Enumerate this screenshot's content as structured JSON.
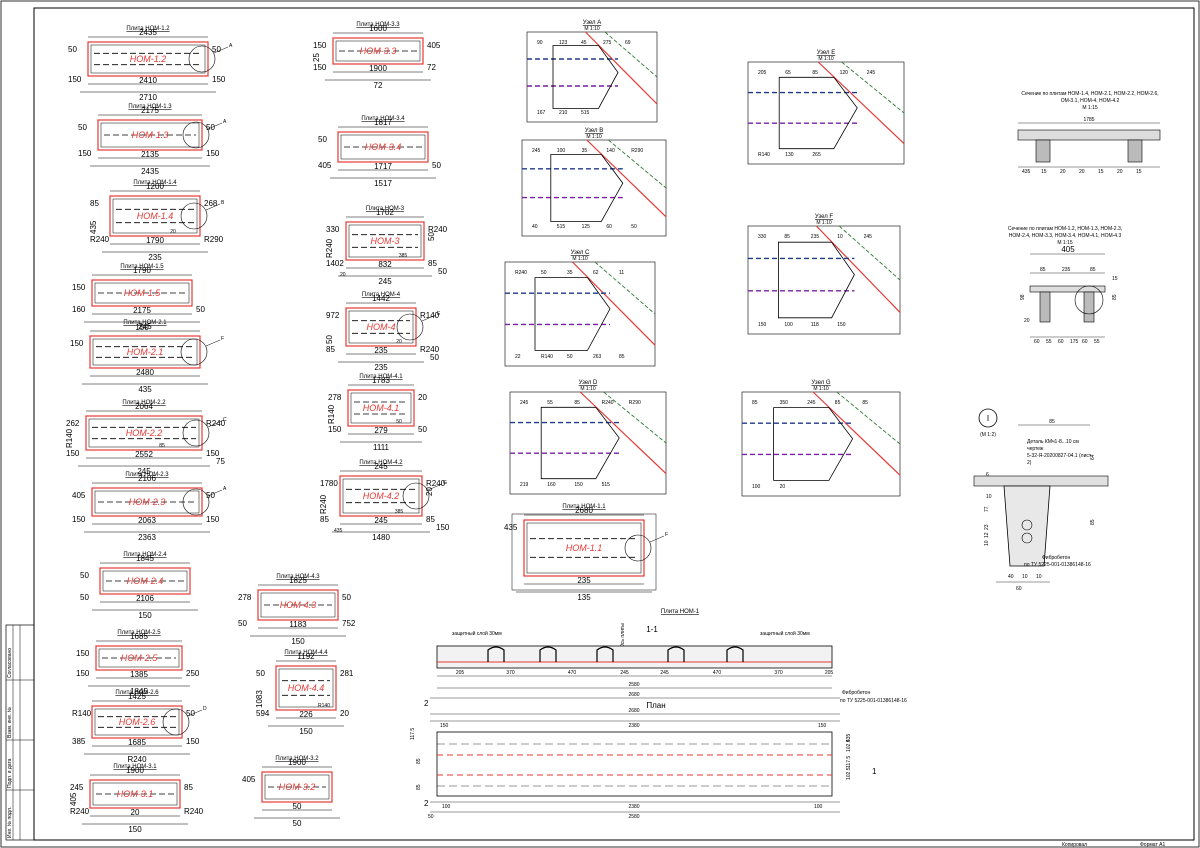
{
  "colors": {
    "outline": "#e53935",
    "dash_blue": "#1e3a8a",
    "dash_purple": "#7b1fa2",
    "green": "#2e7d32",
    "line": "#000000"
  },
  "plates": [
    {
      "id": "p12",
      "title": "Плита НОМ-1.2",
      "tag": "НОМ-1.2",
      "dims": [
        "2435",
        "2410",
        "2710",
        "50",
        "150",
        "150",
        "50"
      ],
      "leader": "A"
    },
    {
      "id": "p13",
      "title": "Плита НОМ-1.3",
      "tag": "НОМ-1.3",
      "dims": [
        "2175",
        "2135",
        "2435",
        "50",
        "150",
        "150",
        "50"
      ],
      "leader": "A"
    },
    {
      "id": "p14",
      "title": "Плита НОМ-1.4",
      "tag": "НОМ-1.4",
      "dims": [
        "1200",
        "1790",
        "235",
        "85",
        "R240",
        "R290",
        "268",
        "435",
        "20"
      ],
      "leader": "B"
    },
    {
      "id": "p15",
      "title": "Плита НОМ-1.5",
      "tag": "НОМ-1.5",
      "dims": [
        "1790",
        "2175",
        "150",
        "150",
        "160",
        "50"
      ],
      "leader": ""
    },
    {
      "id": "p21",
      "title": "Плита НОМ-2.1",
      "tag": "НОМ-2.1",
      "dims": [
        "245",
        "2480",
        "435",
        "150"
      ],
      "leader": "F"
    },
    {
      "id": "p22",
      "title": "Плита НОМ-2.2",
      "tag": "НОМ-2.2",
      "dims": [
        "2064",
        "2552",
        "245",
        "262",
        "150",
        "150",
        "R240",
        "R140",
        "85",
        "75"
      ],
      "leader": "C"
    },
    {
      "id": "p23",
      "title": "Плита НОМ-2.3",
      "tag": "НОМ-2.3",
      "dims": [
        "2106",
        "2063",
        "2363",
        "405",
        "150",
        "150",
        "50"
      ],
      "leader": "A"
    },
    {
      "id": "p24",
      "title": "Плита НОМ-2.4",
      "tag": "НОМ-2.4",
      "dims": [
        "1845",
        "2106",
        "150",
        "50",
        "50"
      ],
      "leader": ""
    },
    {
      "id": "p25",
      "title": "Плита НОМ-2.5",
      "tag": "НОМ-2.5",
      "dims": [
        "1685",
        "1385",
        "1845",
        "150",
        "150",
        "250"
      ],
      "leader": ""
    },
    {
      "id": "p26",
      "title": "Плита НОМ-2.6",
      "tag": "НОМ-2.6",
      "dims": [
        "1425",
        "1685",
        "R240",
        "R140",
        "385",
        "150",
        "50"
      ],
      "leader": "D"
    },
    {
      "id": "p31",
      "title": "Плита НОМ-3.1",
      "tag": "НОМ-3.1",
      "dims": [
        "1900",
        "20",
        "150",
        "245",
        "R240",
        "R240",
        "85",
        "405"
      ],
      "leader": ""
    },
    {
      "id": "p33",
      "title": "Плита НОМ-3.3",
      "tag": "НОМ-3.3",
      "dims": [
        "1600",
        "1900",
        "72",
        "150",
        "150",
        "72",
        "405",
        "25"
      ],
      "leader": ""
    },
    {
      "id": "p34",
      "title": "Плита НОМ-3.4",
      "tag": "НОМ-3.4",
      "dims": [
        "1817",
        "1717",
        "1517",
        "50",
        "405",
        "50"
      ],
      "leader": ""
    },
    {
      "id": "p3",
      "title": "Плита НОМ-3",
      "tag": "НОМ-3",
      "dims": [
        "1702",
        "832",
        "245",
        "330",
        "1402",
        "85",
        "R240",
        "R240",
        "385",
        "50",
        "50",
        "20"
      ],
      "leader": ""
    },
    {
      "id": "p4",
      "title": "Плита НОМ-4",
      "tag": "НОМ-4",
      "dims": [
        "1442",
        "235",
        "235",
        "972",
        "85",
        "R240",
        "R140",
        "50",
        "20",
        "50"
      ],
      "leader": "E"
    },
    {
      "id": "p41",
      "title": "Плита НОМ-4.1",
      "tag": "НОМ-4.1",
      "dims": [
        "1783",
        "279",
        "1111",
        "278",
        "150",
        "50",
        "20",
        "R140",
        "50"
      ],
      "leader": ""
    },
    {
      "id": "p42",
      "title": "Плита НОМ-4.2",
      "tag": "НОМ-4.2",
      "dims": [
        "245",
        "245",
        "1480",
        "1780",
        "85",
        "85",
        "R240",
        "R240",
        "385",
        "150",
        "20",
        "435"
      ],
      "leader": "G"
    },
    {
      "id": "p43",
      "title": "Плита НОМ-4.3",
      "tag": "НОМ-4.3",
      "dims": [
        "1825",
        "1183",
        "150",
        "278",
        "50",
        "752",
        "50"
      ],
      "leader": ""
    },
    {
      "id": "p44",
      "title": "Плита НОМ-4.4",
      "tag": "НОМ-4.4",
      "dims": [
        "1192",
        "226",
        "150",
        "50",
        "594",
        "20",
        "281",
        "1083",
        "R140"
      ],
      "leader": ""
    },
    {
      "id": "p32",
      "title": "Плита НОМ-3.2",
      "tag": "НОМ-3.2",
      "dims": [
        "1900",
        "50",
        "50",
        "405"
      ],
      "leader": ""
    },
    {
      "id": "p11",
      "title": "Плита НОМ-1.1",
      "tag": "НОМ-1.1",
      "dims": [
        "2680",
        "235",
        "135",
        "435"
      ],
      "leader": "F"
    }
  ],
  "nodes": [
    {
      "id": "A",
      "title": "Узел А",
      "scale": "М 1:10",
      "dims": [
        "90",
        "123",
        "45",
        "275",
        "69",
        "167",
        "210",
        "515"
      ]
    },
    {
      "id": "B",
      "title": "Узел В",
      "scale": "М 1:10",
      "dims": [
        "245",
        "100",
        "35",
        "140",
        "R290",
        "40",
        "515",
        "125",
        "60",
        "50"
      ]
    },
    {
      "id": "C",
      "title": "Узел С",
      "scale": "М 1:10",
      "dims": [
        "R240",
        "50",
        "35",
        "62",
        "11",
        "22",
        "R140",
        "50",
        "263",
        "85"
      ]
    },
    {
      "id": "D",
      "title": "Узел D",
      "scale": "М 1:10",
      "dims": [
        "245",
        "55",
        "85",
        "R240",
        "R290",
        "219",
        "160",
        "150",
        "515"
      ]
    },
    {
      "id": "E",
      "title": "Узел Е",
      "scale": "М 1:10",
      "dims": [
        "205",
        "65",
        "85",
        "120",
        "245",
        "R140",
        "130",
        "265"
      ]
    },
    {
      "id": "F",
      "title": "Узел F",
      "scale": "М 1:10",
      "dims": [
        "330",
        "85",
        "235",
        "10",
        "245",
        "150",
        "100",
        "118",
        "150"
      ]
    },
    {
      "id": "G",
      "title": "Узел G",
      "scale": "М 1:10",
      "dims": [
        "85",
        "350",
        "245",
        "85",
        "85",
        "100",
        "20"
      ]
    }
  ],
  "section_a": {
    "title": "Сечение по плитам НОМ-1.4, НОМ-2.1, НОМ-2.2, НОМ-2.6, НОМ-3.1, НОМ-4, НОМ-4.2",
    "scale": "М 1:15",
    "dims": [
      "1785",
      "435",
      "15",
      "20",
      "20",
      "15",
      "20",
      "15"
    ]
  },
  "section_b": {
    "title": "Сечение по плитам НОМ-1.2, НОМ-1.3, НОМ-2.3, НОМ-2.4, НОМ-3.3, НОМ-3.4, НОМ-4.1, НОМ-4.3",
    "scale": "М 1:15",
    "dims": [
      "405",
      "85",
      "235",
      "85",
      "85",
      "98",
      "60",
      "55",
      "60",
      "175",
      "60",
      "55",
      "15",
      "20"
    ]
  },
  "detail": {
    "circle": "I",
    "scale": "(М 1:2)",
    "top": "85",
    "note": "Деталь КМч1-8...10 см. чертеж 25-32-Я-20200827-04.1 (лист 2)",
    "label": "Фибробетон",
    "spec": "по ТУ 5225-001-01386148-16",
    "dims": [
      "64",
      "6",
      "10",
      "77",
      "85",
      "23",
      "12",
      "10",
      "40",
      "10",
      "10",
      "60"
    ]
  },
  "plate_main": {
    "title": "Плита НОМ-1",
    "section": "1-1",
    "note_left": "защитный слой 30мм",
    "note_right": "защитный слой 30мм",
    "axis": "Ось плиты",
    "segments": [
      "205",
      "370",
      "470",
      "245",
      "245",
      "470",
      "370",
      "205"
    ],
    "total_1": "2580",
    "total_2": "2680",
    "fiber": "Фибробетон",
    "fiber_spec": "по ТУ 5225-001-01386148-16",
    "plan": "План",
    "plan_dims": [
      "2680",
      "150",
      "2380",
      "150",
      "100",
      "2380",
      "100",
      "2580",
      "50"
    ],
    "side_dims": [
      "435",
      "102.5",
      "117.5",
      "102.5",
      "117.5",
      "85",
      "85"
    ],
    "mark": "2",
    "mark_right": "1"
  },
  "stamp": {
    "left": [
      "Инв. № подл.",
      "Подп. и дата",
      "Взам. инв. №",
      "Согласовано"
    ],
    "copied": "Копировал",
    "format": "Формат А1"
  }
}
